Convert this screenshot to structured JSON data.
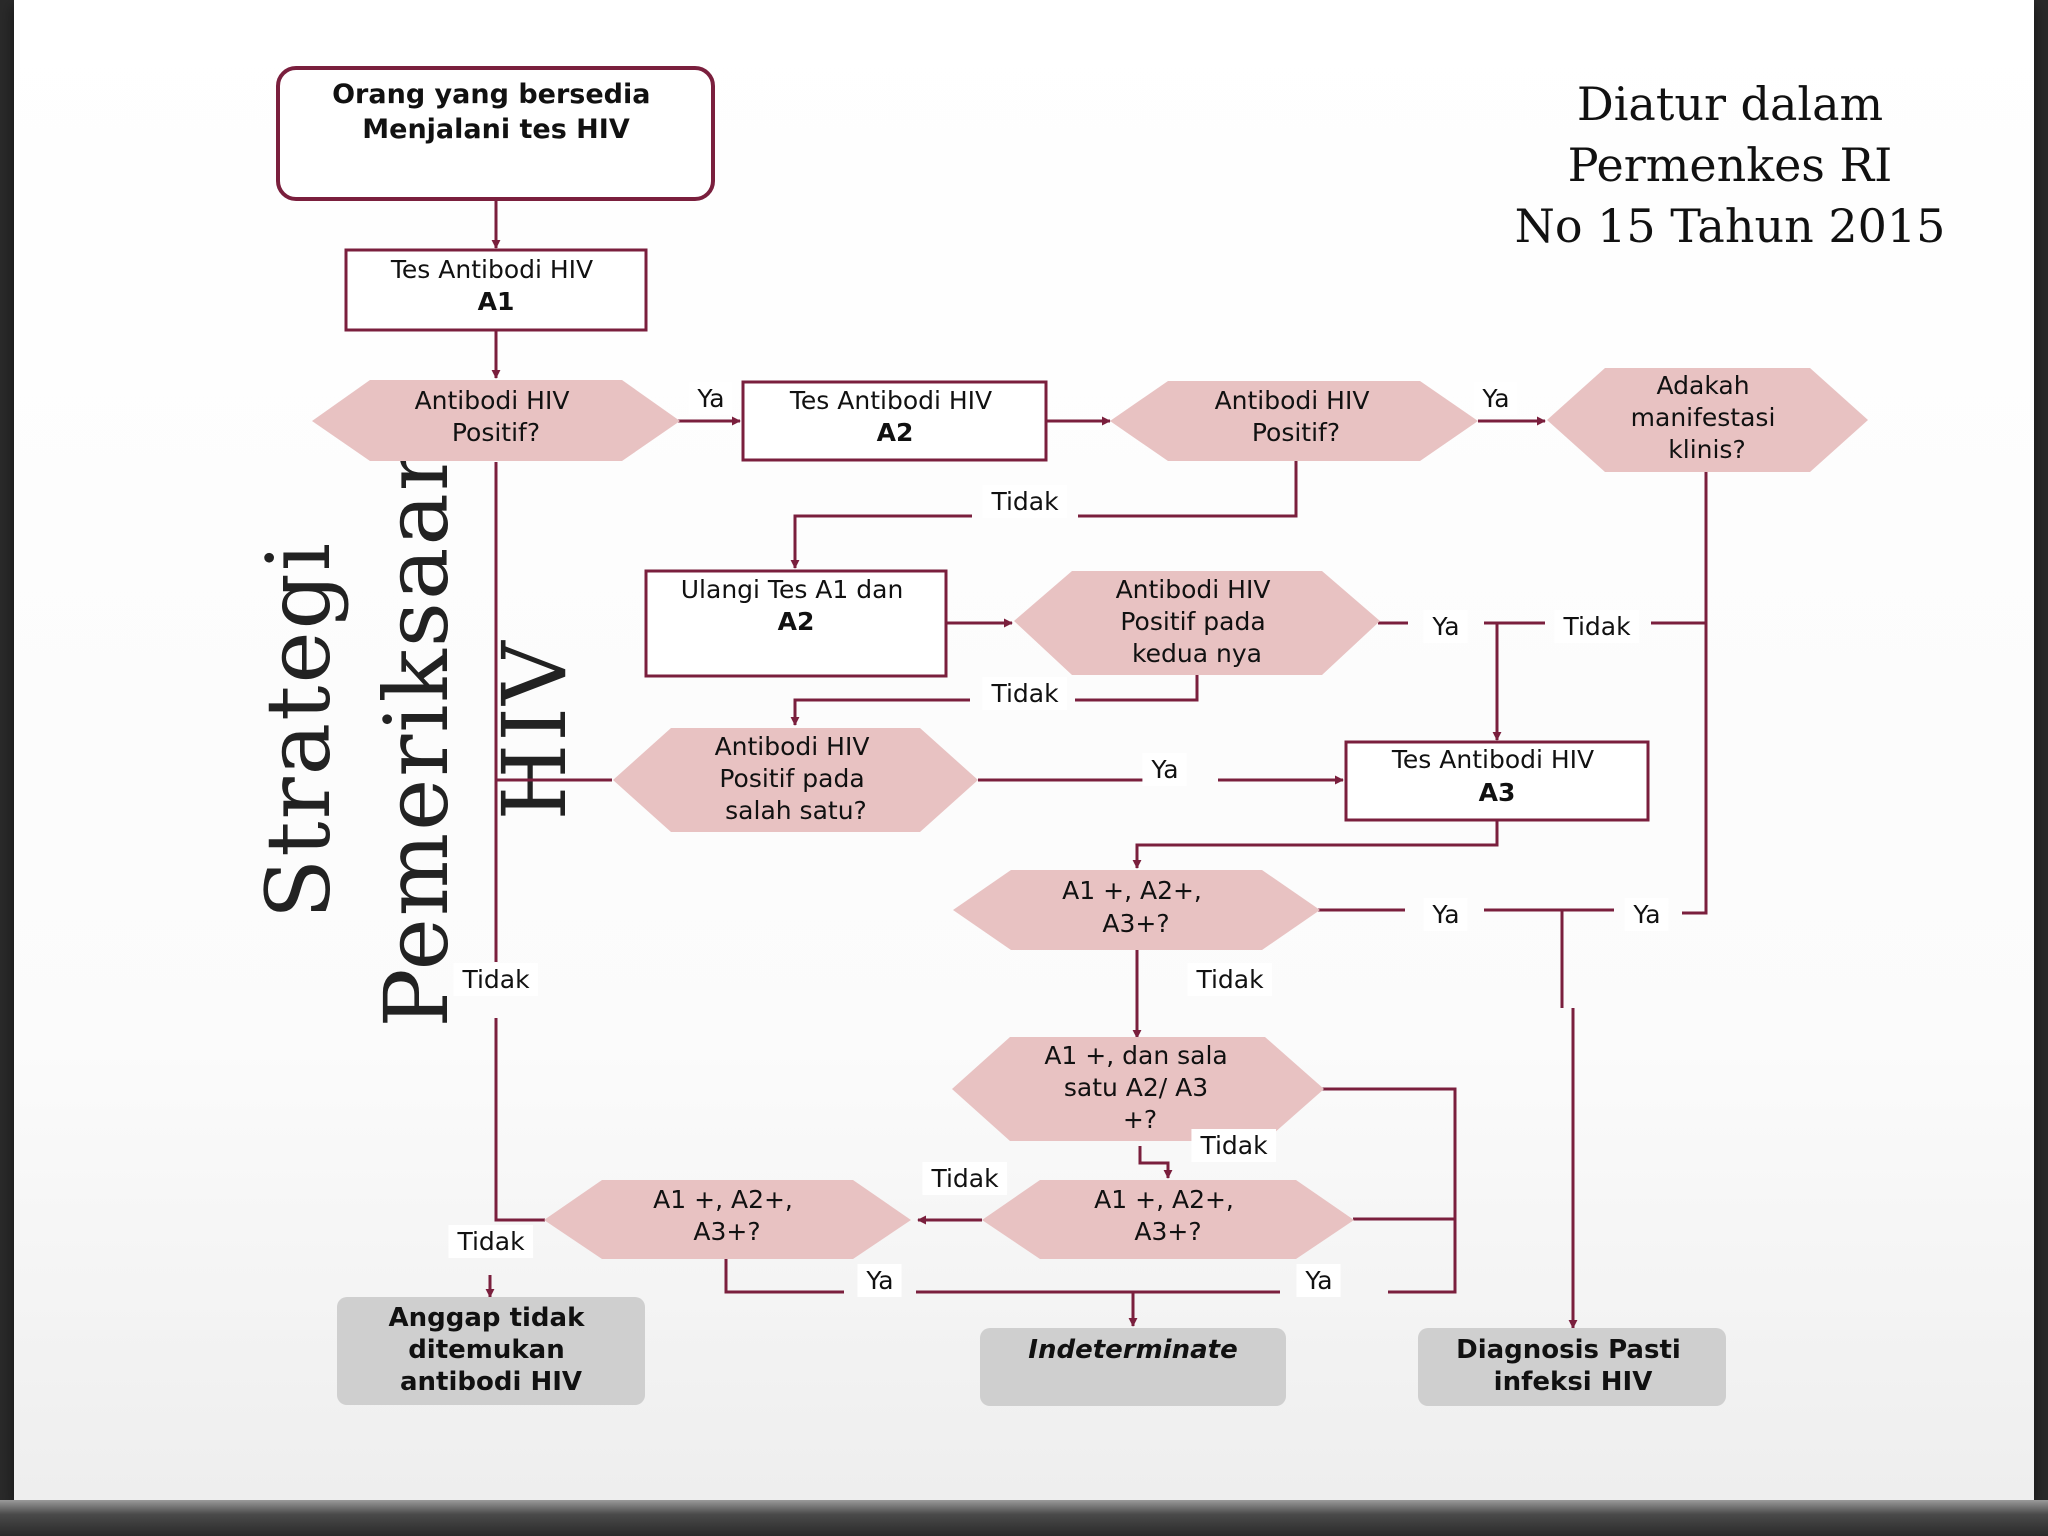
{
  "title_lines": [
    "Strategi Pemeriksaan",
    "HIV"
  ],
  "regulation_lines": [
    "Diatur dalam",
    "Permenkes RI",
    "No 15 Tahun 2015"
  ],
  "colors": {
    "line": "#7a1f3d",
    "diamond_fill": "#e8c2c2",
    "terminal_fill": "#cfcfcf",
    "box_stroke": "#7a1f3d"
  },
  "nodes": {
    "start": [
      "Orang yang bersedia",
      "Menjalani tes HIV"
    ],
    "a1_test": [
      "Tes Antibodi HIV",
      "A1"
    ],
    "a1_positive": [
      "Antibodi HIV",
      "Positif?"
    ],
    "a2_test": [
      "Tes Antibodi HIV",
      "A2"
    ],
    "a2_positive": [
      "Antibodi HIV",
      "Positif?"
    ],
    "clinical": [
      "Adakah",
      "manifestasi",
      "klinis?"
    ],
    "repeat_test": [
      "Ulangi Tes A1 dan",
      "A2"
    ],
    "both_positive": [
      "Antibodi HIV",
      "Positif pada",
      "kedua nya"
    ],
    "one_positive": [
      "Antibodi HIV",
      "Positif pada",
      "salah satu?"
    ],
    "a3_test": [
      "Tes Antibodi HIV",
      "A3"
    ],
    "all_positive_1": [
      "A1 +, A2+,",
      "A3+?"
    ],
    "a1_and_one": [
      "A1 +, dan sala",
      "satu A2/ A3",
      "+?"
    ],
    "all_positive_2": [
      "A1 +, A2+,",
      "A3+?"
    ],
    "all_positive_3": [
      "A1 +, A2+,",
      "A3+?"
    ],
    "not_found": [
      "Anggap tidak",
      "ditemukan",
      "antibodi HIV"
    ],
    "indeterminate": [
      "Indeterminate"
    ],
    "diagnosis": [
      "Diagnosis Pasti",
      "infeksi HIV"
    ]
  },
  "edge_labels": {
    "yes": "Ya",
    "no": "Tidak"
  }
}
